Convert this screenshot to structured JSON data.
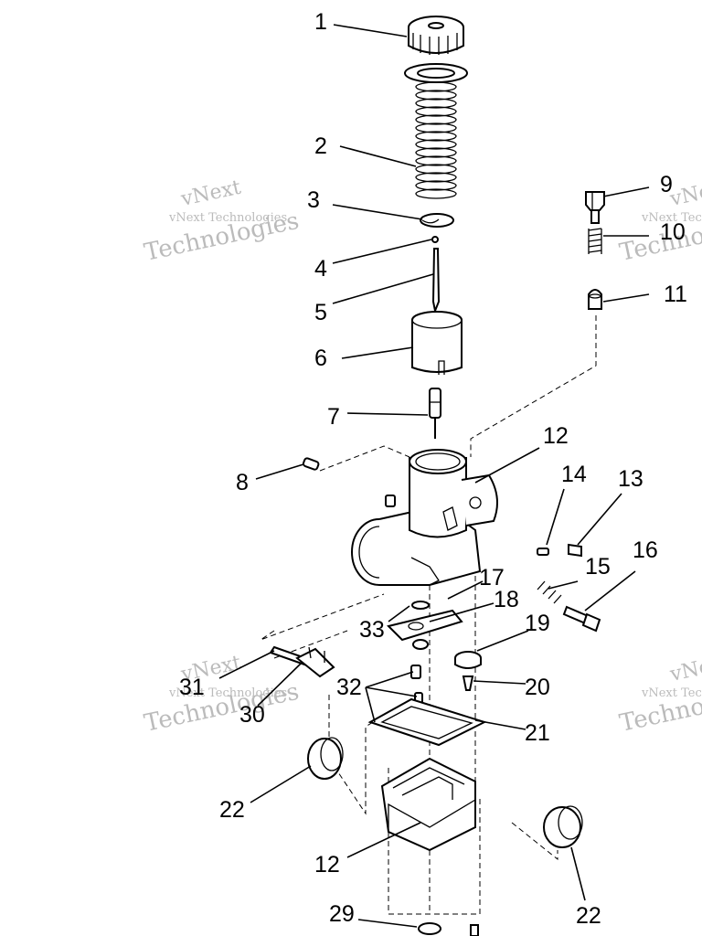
{
  "watermark": {
    "company": "vNext Technologies",
    "line1": "vNext",
    "line2": "Technologies"
  },
  "callouts": {
    "c1": "1",
    "c2": "2",
    "c3": "3",
    "c4": "4",
    "c5": "5",
    "c6": "6",
    "c7": "7",
    "c8": "8",
    "c9": "9",
    "c10": "10",
    "c11": "11",
    "c12a": "12",
    "c12b": "12",
    "c13": "13",
    "c14": "14",
    "c15": "15",
    "c16": "16",
    "c17": "17",
    "c18": "18",
    "c19": "19",
    "c20": "20",
    "c21": "21",
    "c22a": "22",
    "c22b": "22",
    "c29": "29",
    "c30": "30",
    "c31": "31",
    "c32": "32",
    "c33": "33"
  }
}
